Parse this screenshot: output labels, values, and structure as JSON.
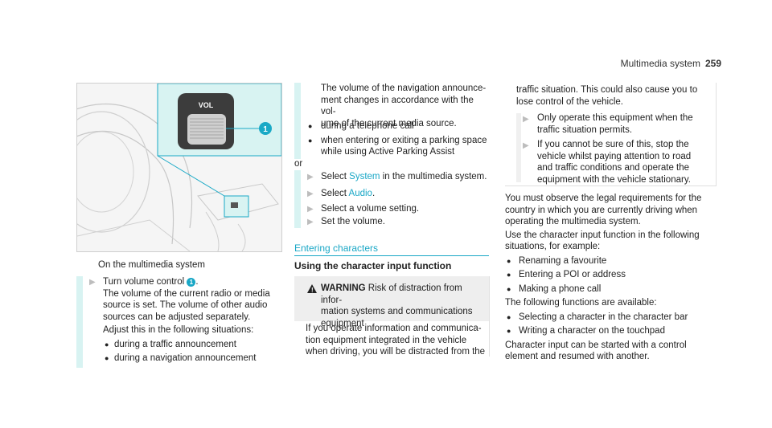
{
  "header": {
    "title": "Multimedia system",
    "page_number": "259"
  },
  "figure": {
    "vol_label": "VOL",
    "callout": "1"
  },
  "caption": "On the multimedia system",
  "col1": {
    "step": "Turn volume control",
    "step_callout": "1",
    "lines": [
      "The volume of the current radio or media",
      "source is set. The volume of other audio",
      "sources can be adjusted separately.",
      "Adjust this in the following situations:"
    ],
    "bullets": [
      "during a traffic announcement",
      "during a navigation announcement"
    ]
  },
  "col2": {
    "intro_lines": [
      "The volume of the navigation announce-",
      "ment changes in accordance with the vol-",
      "ume of the current media source."
    ],
    "bullets": [
      [
        "during a telephone call"
      ],
      [
        "when entering or exiting a parking space",
        "while using Active Parking Assist"
      ]
    ],
    "or": "or",
    "steps": [
      {
        "pre": "Select ",
        "hl": "System",
        "post": " in the multimedia system."
      },
      {
        "pre": "Select ",
        "hl": "Audio",
        "post": "."
      },
      {
        "pre": "Select a volume setting.",
        "hl": "",
        "post": ""
      },
      {
        "pre": "Set the volume.",
        "hl": "",
        "post": ""
      }
    ],
    "section_heading": "Entering characters",
    "subheading": "Using the character input function",
    "warning": {
      "label": "WARNING",
      "title_lines": [
        "Risk of distraction from infor-",
        "mation systems and communications",
        "equipment"
      ],
      "body_lines": [
        "If you operate information and communica-",
        "tion equipment integrated in the vehicle",
        "when driving, you will be distracted from the"
      ]
    }
  },
  "col3": {
    "box_lines": [
      "traffic situation. This could also cause you to",
      "lose control of the vehicle."
    ],
    "steps": [
      [
        "Only operate this equipment when the",
        "traffic situation permits."
      ],
      [
        "If you cannot be sure of this, stop the",
        "vehicle whilst paying attention to road",
        "and traffic conditions and operate the",
        "equipment with the vehicle stationary."
      ]
    ],
    "para1": [
      "You must observe the legal requirements for the",
      "country in which you are currently driving when",
      "operating the multimedia system."
    ],
    "para2": [
      "Use the character input function in the following",
      "situations, for example:"
    ],
    "bullets1": [
      "Renaming a favourite",
      "Entering a POI or address",
      "Making a phone call"
    ],
    "para3": "The following functions are available:",
    "bullets2": [
      "Selecting a character in the character bar",
      "Writing a character on the touchpad"
    ],
    "para4": [
      "Character input can be started with a control",
      "element and resumed with another."
    ]
  },
  "colors": {
    "accent": "#19a7c6",
    "tint": "#d8f3f2"
  }
}
